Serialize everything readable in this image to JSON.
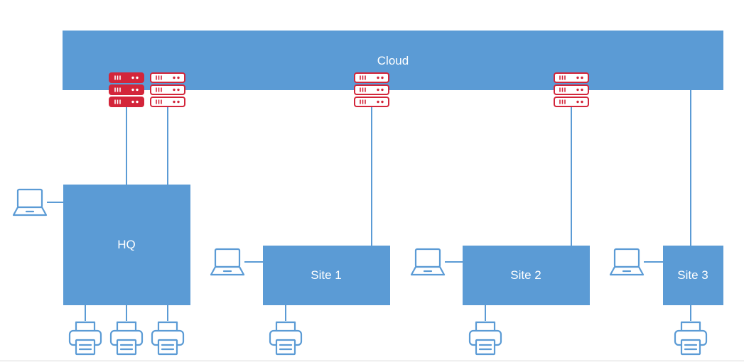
{
  "diagram": {
    "cloud": {
      "label": "Cloud"
    },
    "hq": {
      "label": "HQ"
    },
    "site1": {
      "label": "Site 1"
    },
    "site2": {
      "label": "Site 2"
    },
    "site3": {
      "label": "Site 3"
    }
  },
  "colors": {
    "node_fill": "#5b9bd5",
    "server_red": "#d3253a",
    "icon_blue": "#5b9bd5",
    "background": "#ffffff"
  },
  "icons": {
    "server": "server-stack-icon",
    "laptop": "laptop-icon",
    "printer": "printer-icon"
  }
}
